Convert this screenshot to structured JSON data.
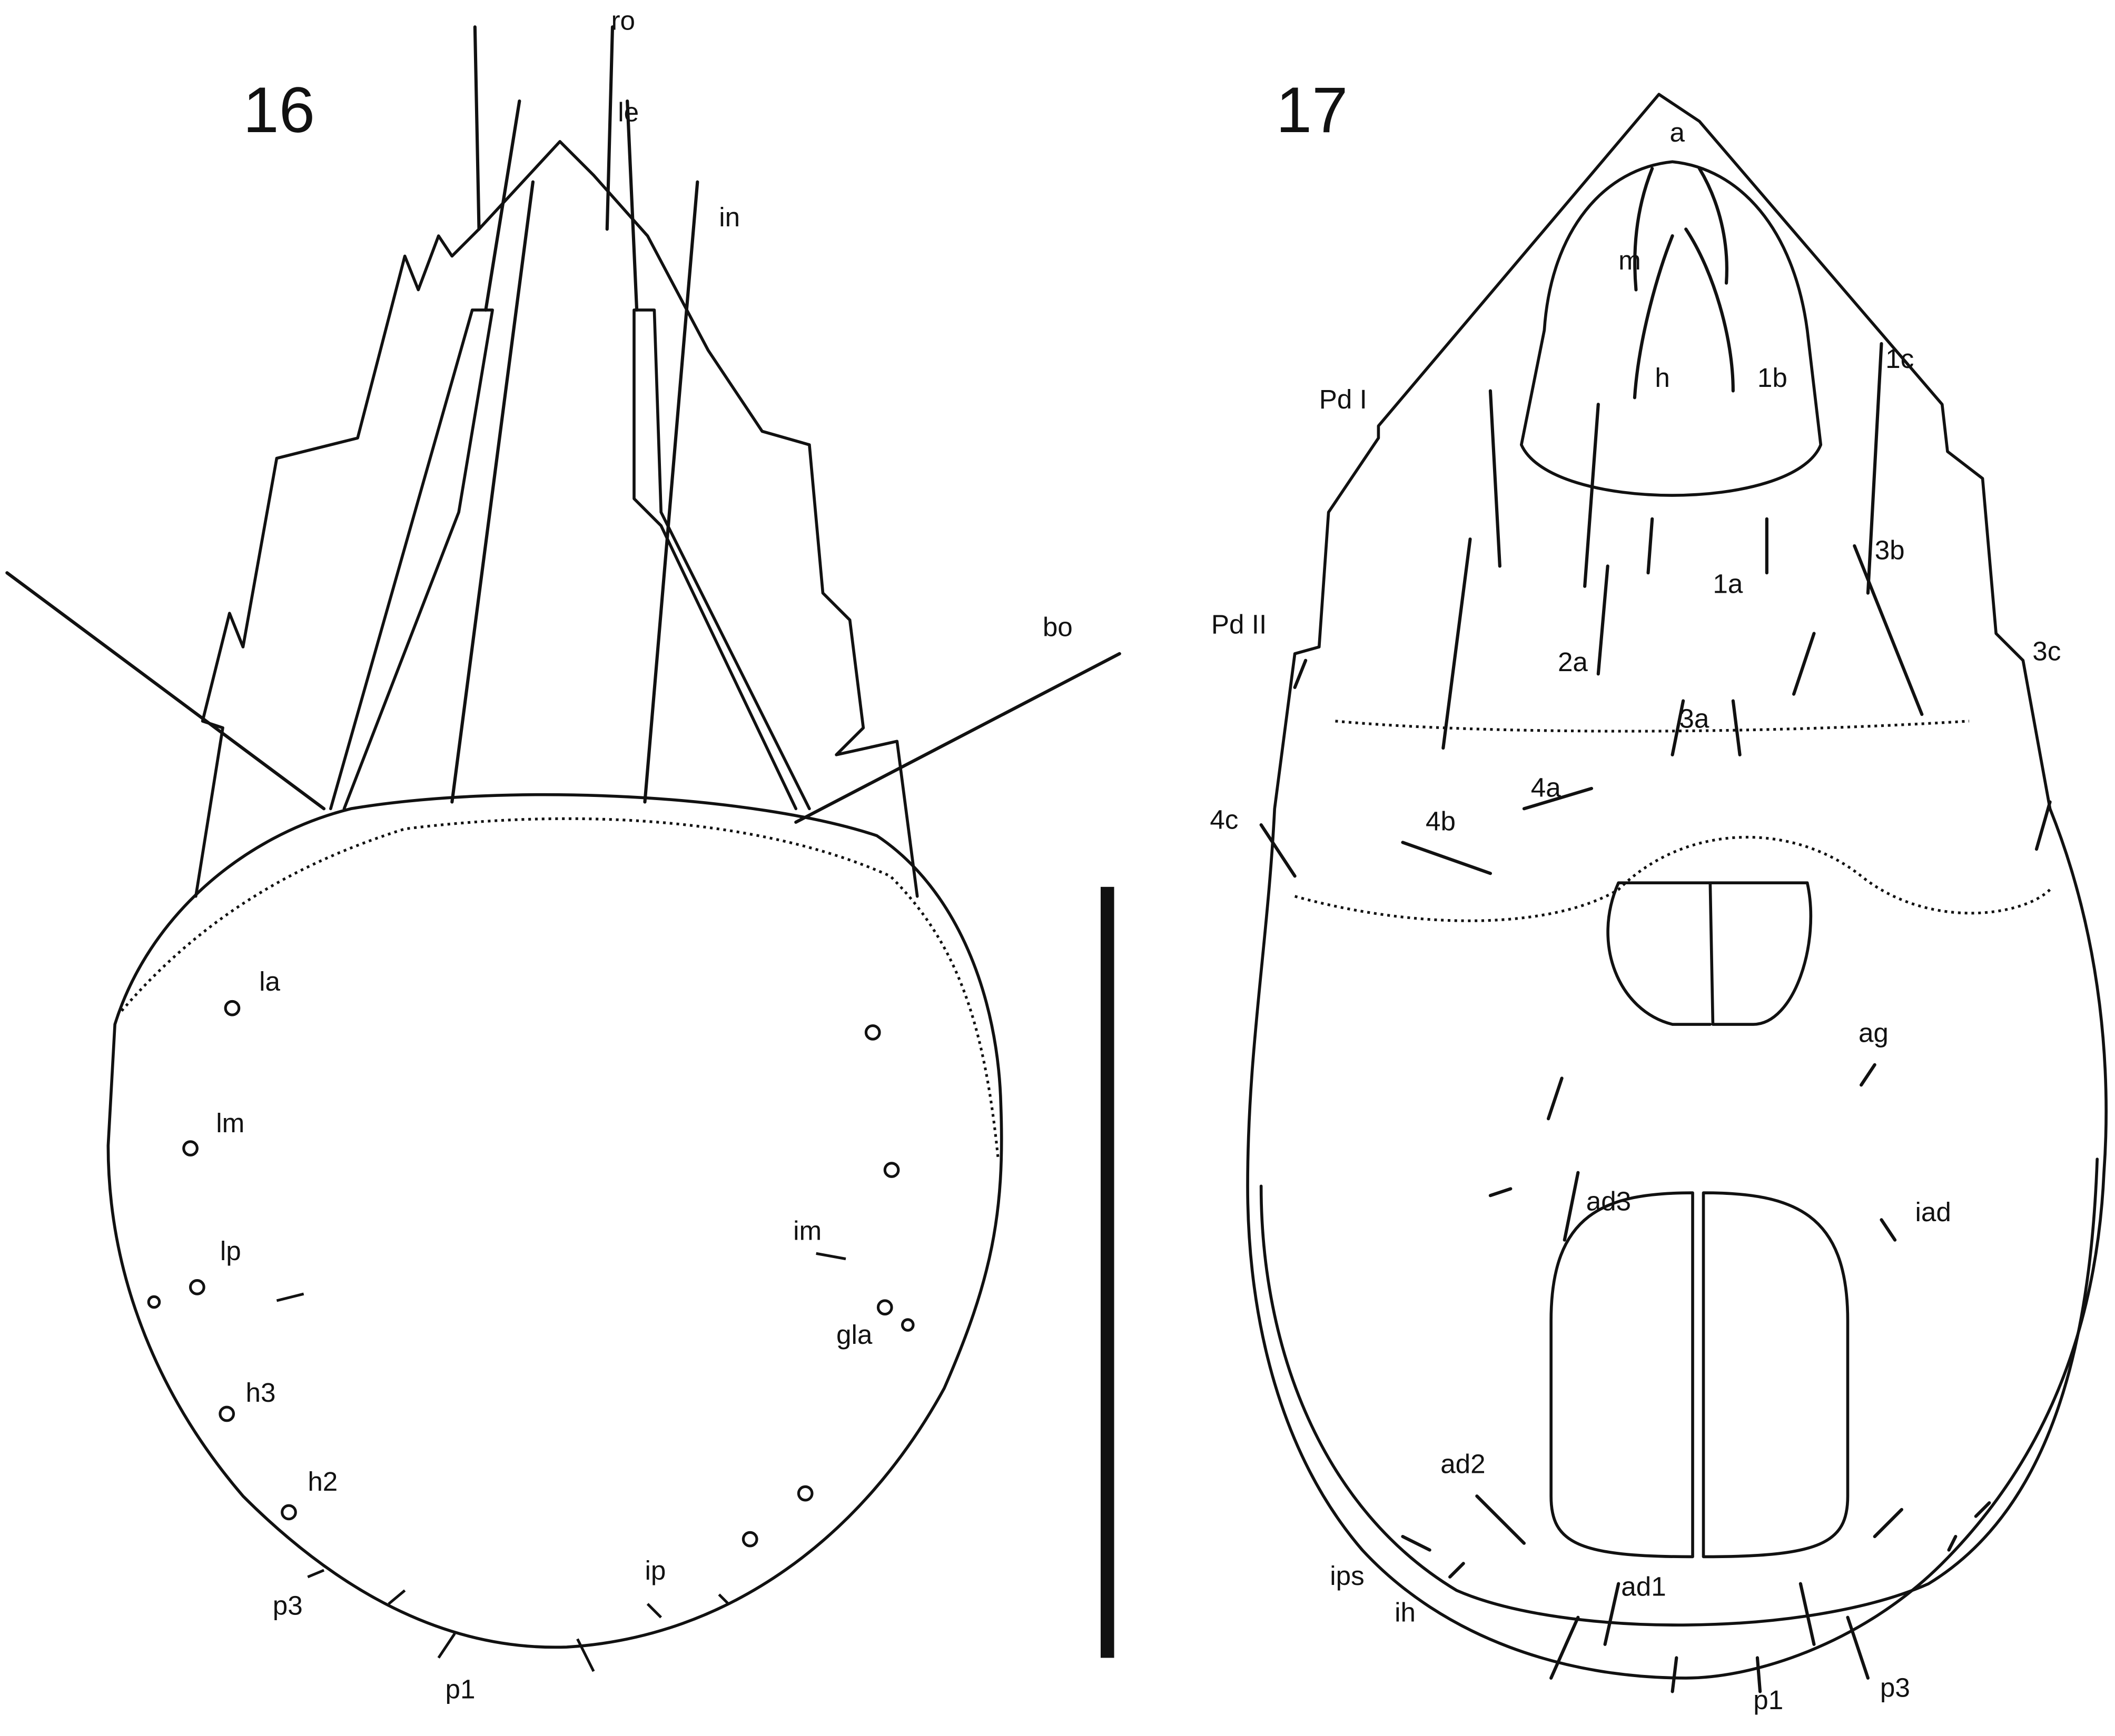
{
  "figures": [
    {
      "number": "16",
      "labels": {
        "ro": "ro",
        "le": "le",
        "in": "in",
        "bo": "bo",
        "la": "la",
        "lm": "lm",
        "lp": "lp",
        "im": "im",
        "gla": "gla",
        "h3": "h3",
        "h2": "h2",
        "ip": "ip",
        "p3": "p3",
        "p1": "p1"
      }
    },
    {
      "number": "17",
      "labels": {
        "a": "a",
        "m": "m",
        "h": "h",
        "1b": "1b",
        "1c": "1c",
        "PdI": "Pd I",
        "1a": "1a",
        "3b": "3b",
        "PdII": "Pd II",
        "2a": "2a",
        "3c": "3c",
        "3a": "3a",
        "4a": "4a",
        "4b": "4b",
        "4c": "4c",
        "ag": "ag",
        "ad3": "ad3",
        "iad": "iad",
        "ad2": "ad2",
        "ips": "ips",
        "ad1": "ad1",
        "ih": "ih",
        "p1": "p1",
        "p3": "p3"
      }
    }
  ]
}
